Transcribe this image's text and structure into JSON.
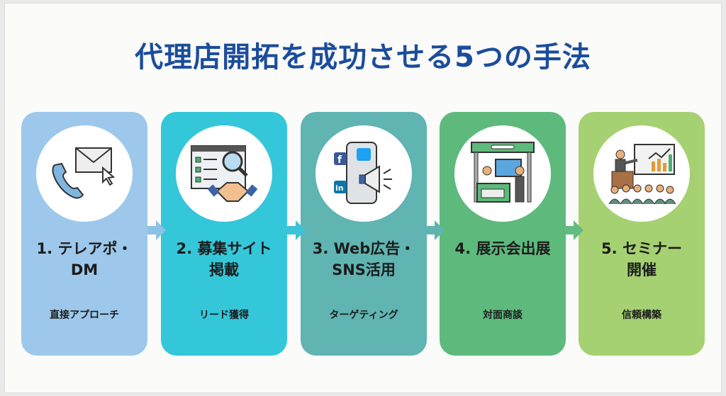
{
  "title": "代理店開拓を成功させる5つの手法",
  "steps": [
    {
      "title": "1. テレアポ・\nDM",
      "subtitle": "直接アプローチ",
      "icon": "phone-mail-icon",
      "color": "#9dc8eb"
    },
    {
      "title": "2. 募集サイト\n掲載",
      "subtitle": "リード獲得",
      "icon": "website-handshake-icon",
      "color": "#34c7da"
    },
    {
      "title": "3. Web広告・\nSNS活用",
      "subtitle": "ターゲティング",
      "icon": "social-megaphone-icon",
      "color": "#60b4b2"
    },
    {
      "title": "4. 展示会出展",
      "subtitle": "対面商談",
      "icon": "exhibition-booth-icon",
      "color": "#5dba7c"
    },
    {
      "title": "5. セミナー\n開催",
      "subtitle": "信頼構築",
      "icon": "seminar-icon",
      "color": "#a6d172"
    }
  ]
}
